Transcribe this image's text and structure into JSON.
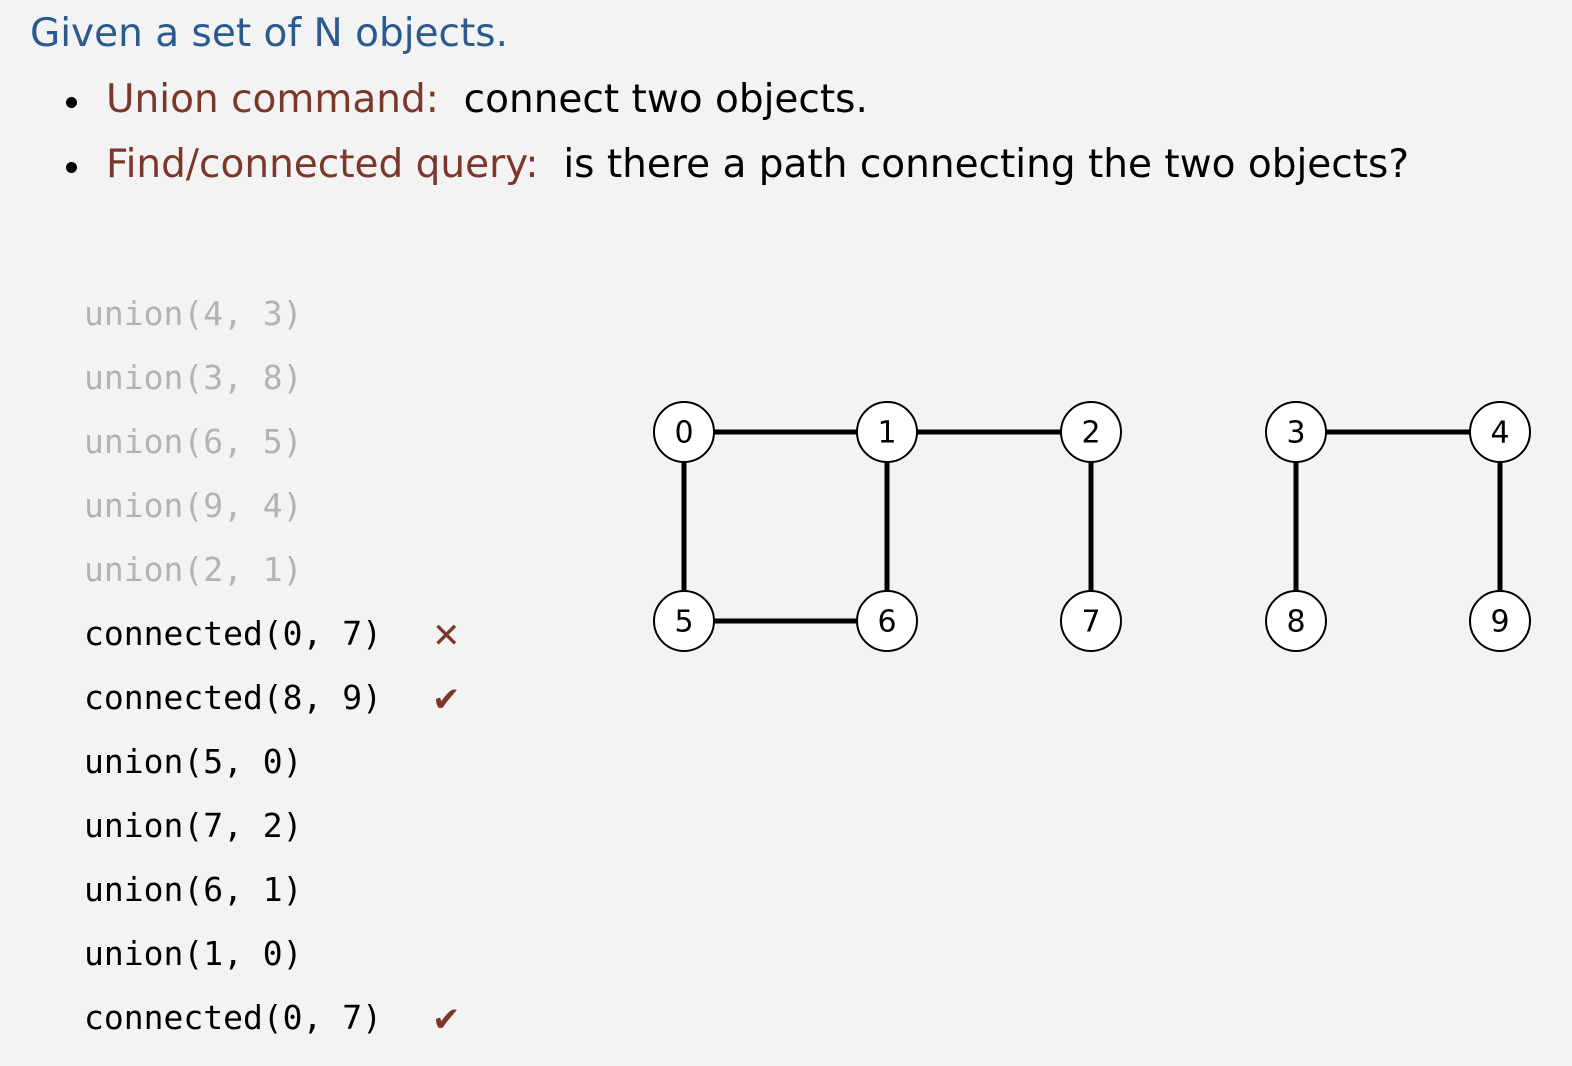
{
  "heading": "Given a set of N objects.",
  "bullets": [
    {
      "term": "Union command:",
      "description": "connect two objects."
    },
    {
      "term": "Find/connected query:",
      "description": "is there a path connecting the two objects?"
    }
  ],
  "operations": [
    {
      "text": "union(4, 3)",
      "faded": true,
      "result": null
    },
    {
      "text": "union(3, 8)",
      "faded": true,
      "result": null
    },
    {
      "text": "union(6, 5)",
      "faded": true,
      "result": null
    },
    {
      "text": "union(9, 4)",
      "faded": true,
      "result": null
    },
    {
      "text": "union(2, 1)",
      "faded": true,
      "result": null
    },
    {
      "text": "connected(0, 7)",
      "faded": false,
      "result": "cross"
    },
    {
      "text": "connected(8, 9)",
      "faded": false,
      "result": "check"
    },
    {
      "text": "union(5, 0)",
      "faded": false,
      "result": null
    },
    {
      "text": "union(7, 2)",
      "faded": false,
      "result": null
    },
    {
      "text": "union(6, 1)",
      "faded": false,
      "result": null
    },
    {
      "text": "union(1, 0)",
      "faded": false,
      "result": null
    },
    {
      "text": "connected(0, 7)",
      "faded": false,
      "result": "check"
    }
  ],
  "result_symbols": {
    "cross": "✕",
    "check": "✔"
  },
  "colors": {
    "heading": "#2b5a8f",
    "term": "#7b372c",
    "faded_text": "#b3b3b3",
    "mark": "#7b372c",
    "background": "#f3f3f3"
  },
  "graph": {
    "top_row": [
      "0",
      "1",
      "2",
      "3",
      "4"
    ],
    "bottom_row": [
      "5",
      "6",
      "7",
      "8",
      "9"
    ],
    "edges": [
      [
        "0",
        "1"
      ],
      [
        "1",
        "2"
      ],
      [
        "3",
        "4"
      ],
      [
        "0",
        "5"
      ],
      [
        "1",
        "6"
      ],
      [
        "2",
        "7"
      ],
      [
        "3",
        "8"
      ],
      [
        "4",
        "9"
      ],
      [
        "5",
        "6"
      ]
    ]
  }
}
